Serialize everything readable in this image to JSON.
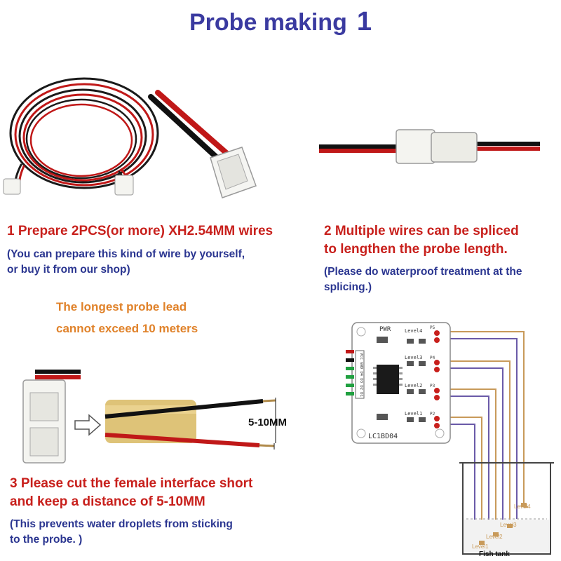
{
  "title": {
    "text": "Probe making",
    "number": "1"
  },
  "step1": {
    "heading": "1 Prepare 2PCS(or more) XH2.54MM wires",
    "note_line1": "(You can prepare this kind of wire by yourself,",
    "note_line2": "or buy it from our shop)"
  },
  "step2": {
    "heading_line1": "2 Multiple wires can be spliced",
    "heading_line2": "to lengthen the probe length.",
    "note_line1": "(Please do waterproof treatment at the",
    "note_line2": "splicing.)"
  },
  "warning": {
    "line1": "The longest probe lead",
    "line2": "cannot exceed 10 meters"
  },
  "step3": {
    "measure": "5-10MM",
    "heading_line1": "3 Please cut the female interface short",
    "heading_line2": "and keep a distance of 5-10MM",
    "note_line1": "(This prevents water droplets from sticking",
    "note_line2": "to the probe. )"
  },
  "board": {
    "model": "LC1BD04",
    "pwr": "PWR",
    "levels": [
      "Level4",
      "Level3",
      "Level2",
      "Level1"
    ],
    "pins": "VCC GND D4 D3 D2 D1",
    "probes": [
      "P5",
      "P4",
      "P3",
      "P2"
    ]
  },
  "tank": {
    "label": "Fish tank",
    "levels": [
      "Level4",
      "Level3",
      "Level2",
      "Level1"
    ]
  },
  "colors": {
    "title": "#3a3aa0",
    "heading": "#c8201c",
    "note": "#2a3590",
    "warning": "#e0822a"
  }
}
